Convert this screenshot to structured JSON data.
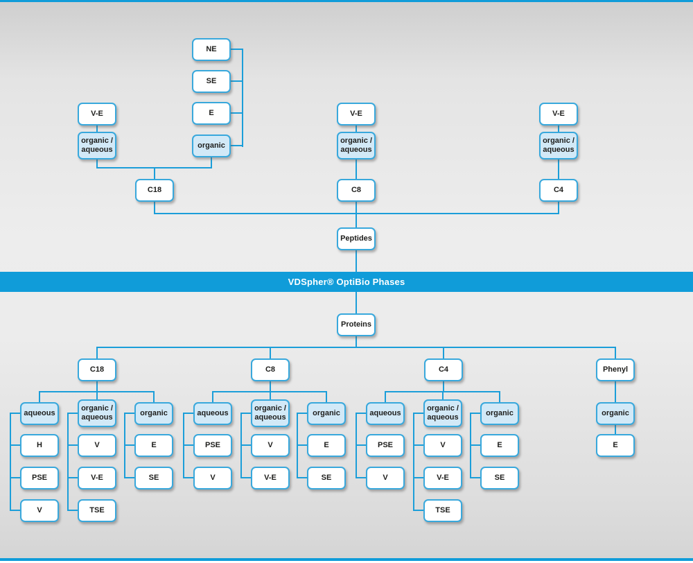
{
  "banner": {
    "title": "VDSpher® OptiBio Phases"
  },
  "peptides_section": {
    "root": "Peptides",
    "columns": [
      {
        "column": "C18",
        "branches": [
          {
            "category": "organic /\naqueous",
            "chain": [
              "V-E"
            ]
          },
          {
            "category": "organic",
            "chain": [
              "NE",
              "SE",
              "E"
            ]
          }
        ]
      },
      {
        "column": "C8",
        "branches": [
          {
            "category": "organic /\naqueous",
            "chain": [
              "V-E"
            ]
          }
        ]
      },
      {
        "column": "C4",
        "branches": [
          {
            "category": "organic /\naqueous",
            "chain": [
              "V-E"
            ]
          }
        ]
      }
    ]
  },
  "proteins_section": {
    "root": "Proteins",
    "columns": [
      {
        "column": "C18",
        "branches": [
          {
            "category": "aqueous",
            "children": [
              "H",
              "PSE",
              "V"
            ]
          },
          {
            "category": "organic /\naqueous",
            "children": [
              "V",
              "V-E",
              "TSE"
            ]
          },
          {
            "category": "organic",
            "children": [
              "E",
              "SE"
            ]
          }
        ]
      },
      {
        "column": "C8",
        "branches": [
          {
            "category": "aqueous",
            "children": [
              "PSE",
              "V"
            ]
          },
          {
            "category": "organic /\naqueous",
            "children": [
              "V",
              "V-E"
            ]
          },
          {
            "category": "organic",
            "children": [
              "E",
              "SE"
            ]
          }
        ]
      },
      {
        "column": "C4",
        "branches": [
          {
            "category": "aqueous",
            "children": [
              "PSE",
              "V"
            ]
          },
          {
            "category": "organic /\naqueous",
            "children": [
              "V",
              "V-E",
              "TSE"
            ]
          },
          {
            "category": "organic",
            "children": [
              "E",
              "SE"
            ]
          }
        ]
      },
      {
        "column": "Phenyl",
        "branches": [
          {
            "category": "organic",
            "children": [
              "E"
            ]
          }
        ]
      }
    ]
  },
  "colors": {
    "accent_blue": "#109cd9",
    "line_blue": "#1b9ed9",
    "box_border": "#38a8dc",
    "highlight_fill": "#d2e9f7",
    "text": "#1d1d1b"
  }
}
